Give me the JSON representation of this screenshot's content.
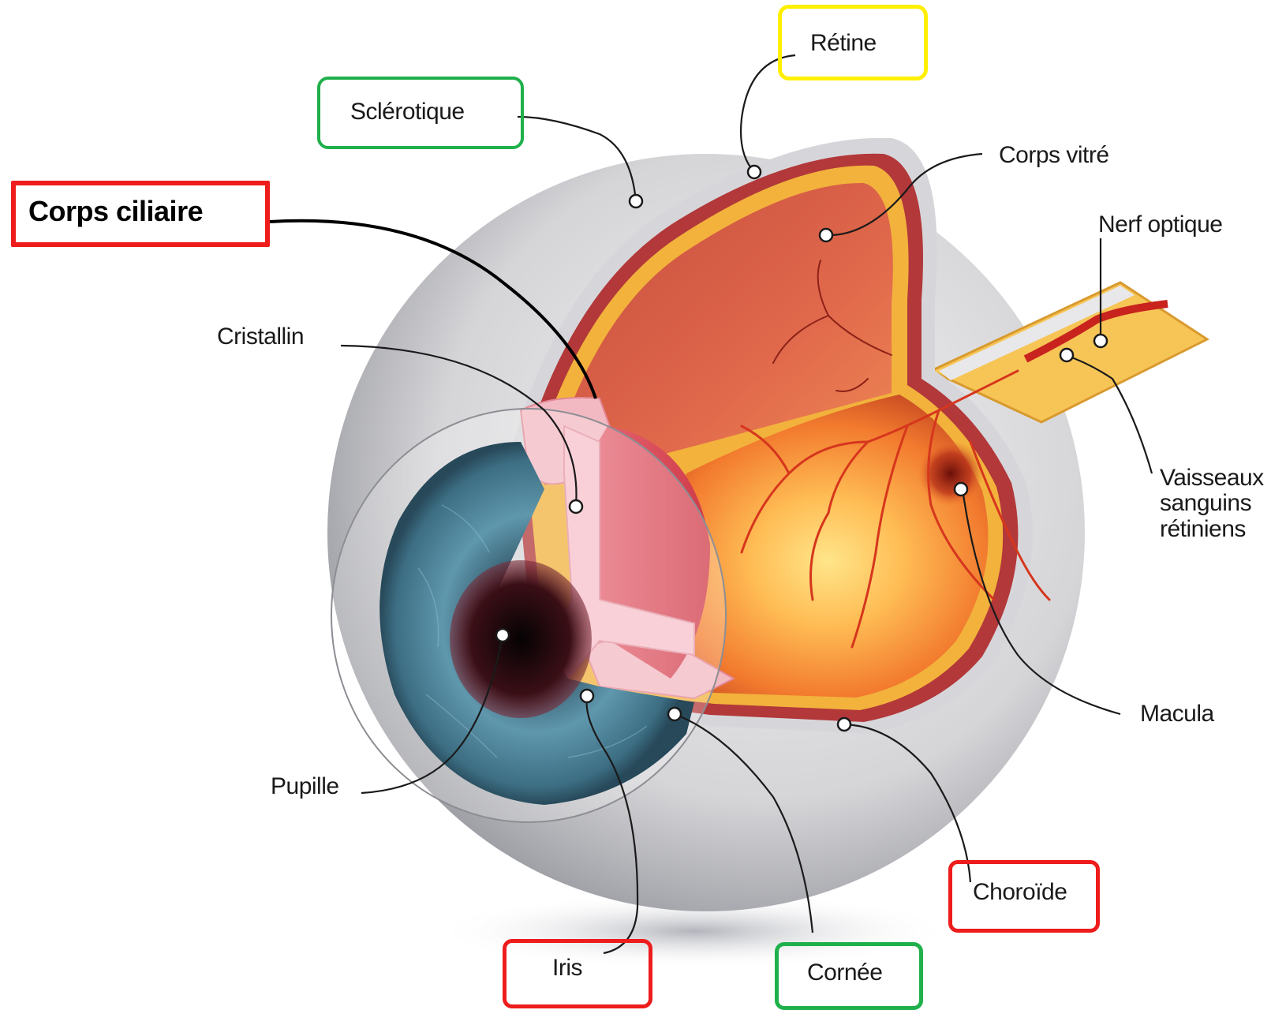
{
  "labels": {
    "retine": "Rétine",
    "sclerotique": "Sclérotique",
    "corps_vitre": "Corps vitré",
    "corps_ciliaire": "Corps ciliaire",
    "nerf_optique": "Nerf optique",
    "cristallin": "Cristallin",
    "vaisseaux": "Vaisseaux sanguins rétiniens",
    "macula": "Macula",
    "pupille": "Pupille",
    "choroide": "Choroïde",
    "iris": "Iris",
    "cornee": "Cornée"
  },
  "highlight_colors": {
    "yellow": "#ffef00",
    "green": "#1fb04b",
    "red": "#ee1c1c"
  },
  "highlighted": {
    "yellow": [
      "Rétine"
    ],
    "green": [
      "Sclérotique",
      "Cornée"
    ],
    "red": [
      "Corps ciliaire",
      "Iris",
      "Choroïde"
    ]
  }
}
